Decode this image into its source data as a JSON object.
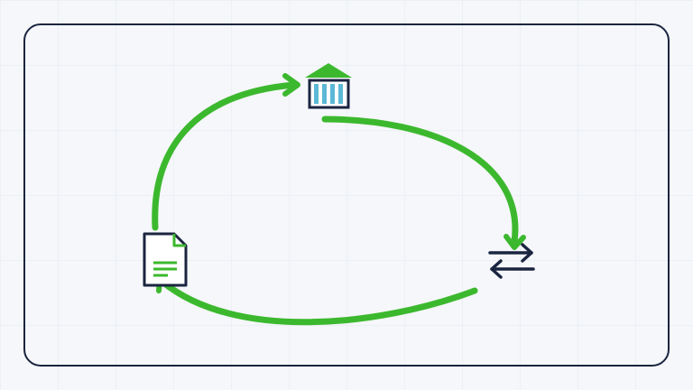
{
  "diagram": {
    "type": "cycle",
    "nodes": [
      {
        "id": "bank",
        "icon": "bank-icon"
      },
      {
        "id": "exchange",
        "icon": "exchange-arrows-icon"
      },
      {
        "id": "document",
        "icon": "document-icon"
      }
    ],
    "edges": [
      {
        "from": "document",
        "to": "bank"
      },
      {
        "from": "bank",
        "to": "exchange"
      },
      {
        "from": "exchange",
        "to": "document"
      }
    ]
  },
  "colors": {
    "background": "#f5f7fa",
    "grid": "#e3e8ee",
    "frame": "#1b2540",
    "arrow": "#3cb82e",
    "icon_dark": "#1b2540",
    "icon_accent": "#3cb82e",
    "bank_column": "#5bb8d6"
  }
}
